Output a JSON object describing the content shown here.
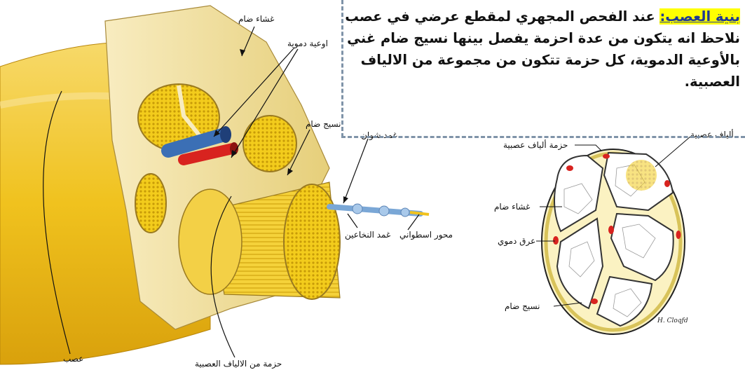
{
  "text_box": {
    "title": "بنية العصب:",
    "body": " عند الفحص المجهري لمقطع عرضي في عصب نلاحظ انه يتكون من عدة احزمة يفصل بينها نسيج ضام غني بالأوعية الدموية، كل حزمة تتكون من مجموعة من الالياف العصبية."
  },
  "left_diagram": {
    "labels": {
      "outer_membrane": "غشاء ضام",
      "blood_vessels": "اوعية دموية",
      "connective_tissue": "نسيج ضام",
      "schwann_sheath": "غمد شوان",
      "myelin_sheath": "غمد النخاعين",
      "axon": "محور اسطواني",
      "nerve": "عصب",
      "fiber_bundle": "حزمة من الالياف العصبية"
    }
  },
  "right_diagram": {
    "labels": {
      "nerve_fibers": "ألياف عصبية",
      "fiber_bundle": "حزمة ألياف عصبية",
      "outer_membrane": "غشاء ضام",
      "blood_vessel": "عرق دموي",
      "connective_tissue": "نسيج ضام",
      "signature": "H. Cloqfd"
    }
  },
  "colors": {
    "highlight": "#ffff00",
    "title_text": "#1f3a93",
    "nerve_yellow": "#f2c318",
    "artery_red": "#d8231f",
    "vein_blue": "#3b6fb5",
    "dashed_border": "#7f93a8"
  }
}
